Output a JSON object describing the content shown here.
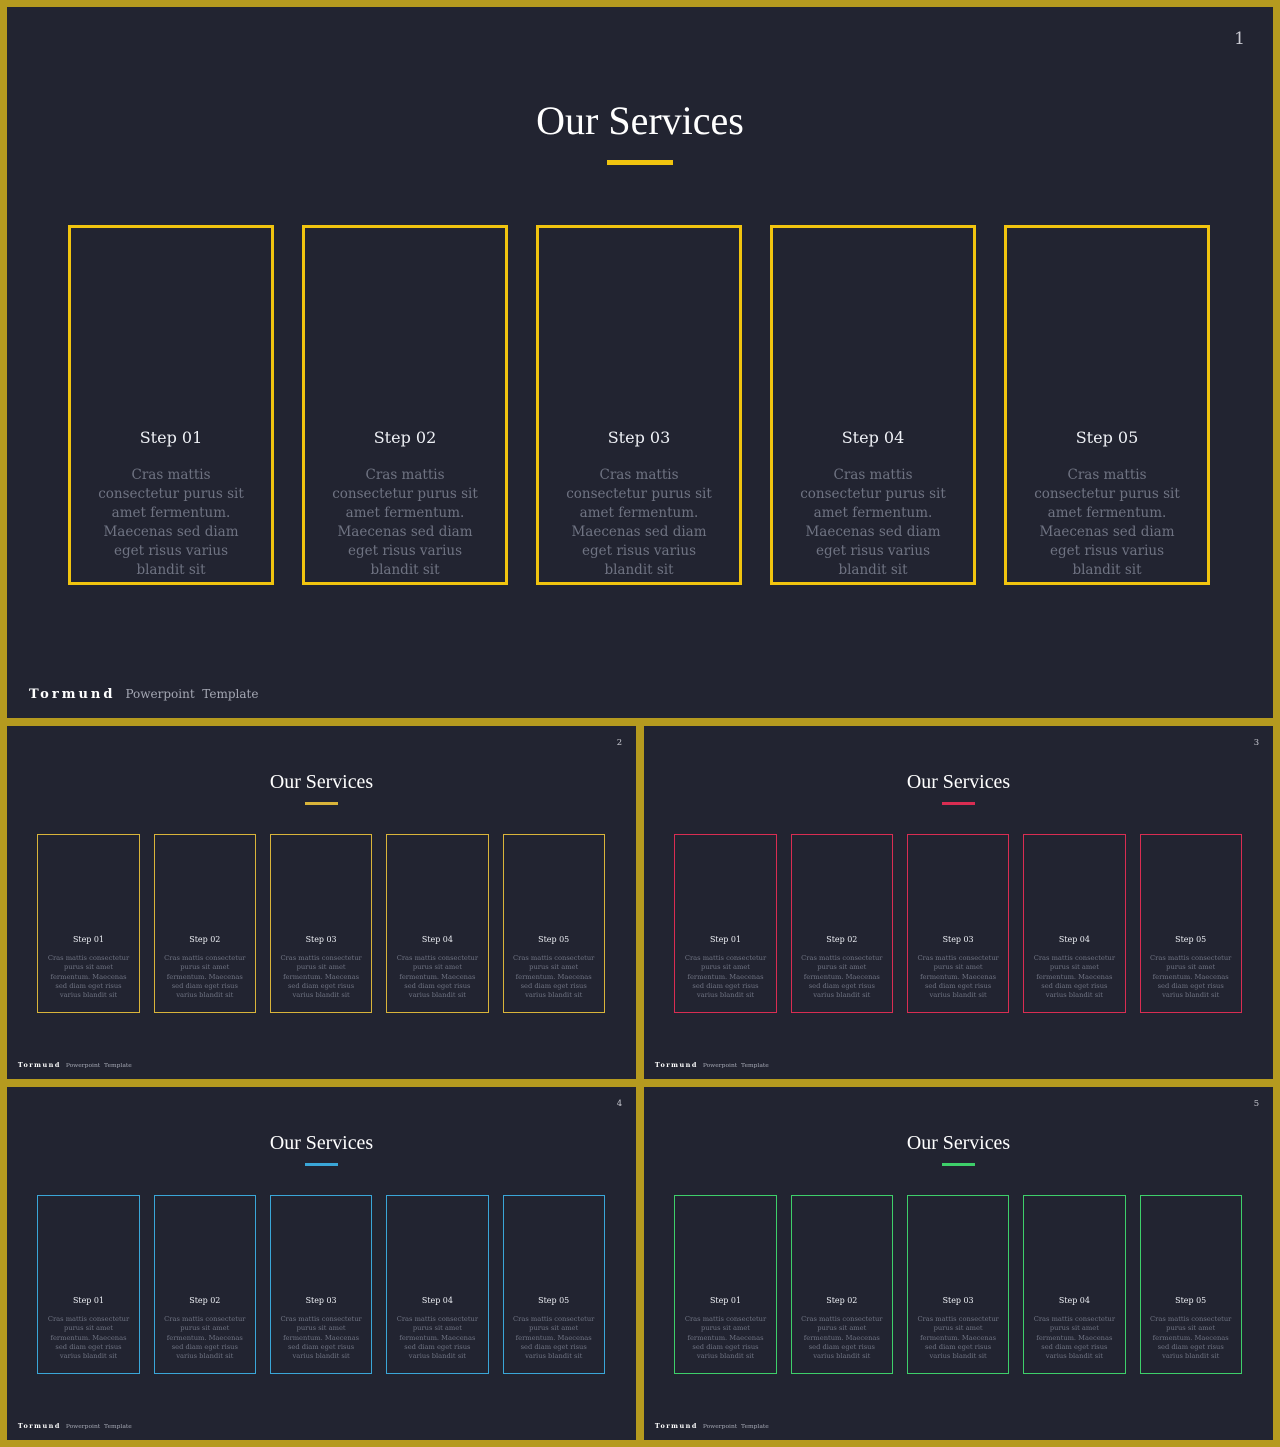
{
  "slides": [
    {
      "number": "1",
      "title": "Our Services",
      "accent": "#f1c40f",
      "brand": "Tormund",
      "tagline": "Powerpoint  Template",
      "cards": [
        {
          "title": "Step 01",
          "text": "Cras mattis consectetur purus sit amet fermentum. Maecenas sed diam eget risus varius blandit sit"
        },
        {
          "title": "Step 02",
          "text": "Cras mattis consectetur purus sit amet fermentum. Maecenas sed diam eget risus varius blandit sit"
        },
        {
          "title": "Step 03",
          "text": "Cras mattis consectetur purus sit amet fermentum. Maecenas sed diam eget risus varius blandit sit"
        },
        {
          "title": "Step 04",
          "text": "Cras mattis consectetur purus sit amet fermentum. Maecenas sed diam eget risus varius blandit sit"
        },
        {
          "title": "Step 05",
          "text": "Cras mattis consectetur purus sit amet fermentum. Maecenas sed diam eget risus varius blandit sit"
        }
      ]
    },
    {
      "number": "2",
      "title": "Our Services",
      "accent": "#d9b43a",
      "brand": "Tormund",
      "tagline": "Powerpoint  Template",
      "cards": [
        {
          "title": "Step 01",
          "text": "Cras mattis consectetur purus sit amet fermentum. Maecenas sed diam eget risus varius blandit sit"
        },
        {
          "title": "Step 02",
          "text": "Cras mattis consectetur purus sit amet fermentum. Maecenas sed diam eget risus varius blandit sit"
        },
        {
          "title": "Step 03",
          "text": "Cras mattis consectetur purus sit amet fermentum. Maecenas sed diam eget risus varius blandit sit"
        },
        {
          "title": "Step 04",
          "text": "Cras mattis consectetur purus sit amet fermentum. Maecenas sed diam eget risus varius blandit sit"
        },
        {
          "title": "Step 05",
          "text": "Cras mattis consectetur purus sit amet fermentum. Maecenas sed diam eget risus varius blandit sit"
        }
      ]
    },
    {
      "number": "3",
      "title": "Our Services",
      "accent": "#d92d52",
      "brand": "Tormund",
      "tagline": "Powerpoint  Template",
      "cards": [
        {
          "title": "Step 01",
          "text": "Cras mattis consectetur purus sit amet fermentum. Maecenas sed diam eget risus varius blandit sit"
        },
        {
          "title": "Step 02",
          "text": "Cras mattis consectetur purus sit amet fermentum. Maecenas sed diam eget risus varius blandit sit"
        },
        {
          "title": "Step 03",
          "text": "Cras mattis consectetur purus sit amet fermentum. Maecenas sed diam eget risus varius blandit sit"
        },
        {
          "title": "Step 04",
          "text": "Cras mattis consectetur purus sit amet fermentum. Maecenas sed diam eget risus varius blandit sit"
        },
        {
          "title": "Step 05",
          "text": "Cras mattis consectetur purus sit amet fermentum. Maecenas sed diam eget risus varius blandit sit"
        }
      ]
    },
    {
      "number": "4",
      "title": "Our Services",
      "accent": "#3aa6d8",
      "brand": "Tormund",
      "tagline": "Powerpoint  Template",
      "cards": [
        {
          "title": "Step 01",
          "text": "Cras mattis consectetur purus sit amet fermentum. Maecenas sed diam eget risus varius blandit sit"
        },
        {
          "title": "Step 02",
          "text": "Cras mattis consectetur purus sit amet fermentum. Maecenas sed diam eget risus varius blandit sit"
        },
        {
          "title": "Step 03",
          "text": "Cras mattis consectetur purus sit amet fermentum. Maecenas sed diam eget risus varius blandit sit"
        },
        {
          "title": "Step 04",
          "text": "Cras mattis consectetur purus sit amet fermentum. Maecenas sed diam eget risus varius blandit sit"
        },
        {
          "title": "Step 05",
          "text": "Cras mattis consectetur purus sit amet fermentum. Maecenas sed diam eget risus varius blandit sit"
        }
      ]
    },
    {
      "number": "5",
      "title": "Our Services",
      "accent": "#3ecf6a",
      "brand": "Tormund",
      "tagline": "Powerpoint  Template",
      "cards": [
        {
          "title": "Step 01",
          "text": "Cras mattis consectetur purus sit amet fermentum. Maecenas sed diam eget risus varius blandit sit"
        },
        {
          "title": "Step 02",
          "text": "Cras mattis consectetur purus sit amet fermentum. Maecenas sed diam eget risus varius blandit sit"
        },
        {
          "title": "Step 03",
          "text": "Cras mattis consectetur purus sit amet fermentum. Maecenas sed diam eget risus varius blandit sit"
        },
        {
          "title": "Step 04",
          "text": "Cras mattis consectetur purus sit amet fermentum. Maecenas sed diam eget risus varius blandit sit"
        },
        {
          "title": "Step 05",
          "text": "Cras mattis consectetur purus sit amet fermentum. Maecenas sed diam eget risus varius blandit sit"
        }
      ]
    }
  ]
}
